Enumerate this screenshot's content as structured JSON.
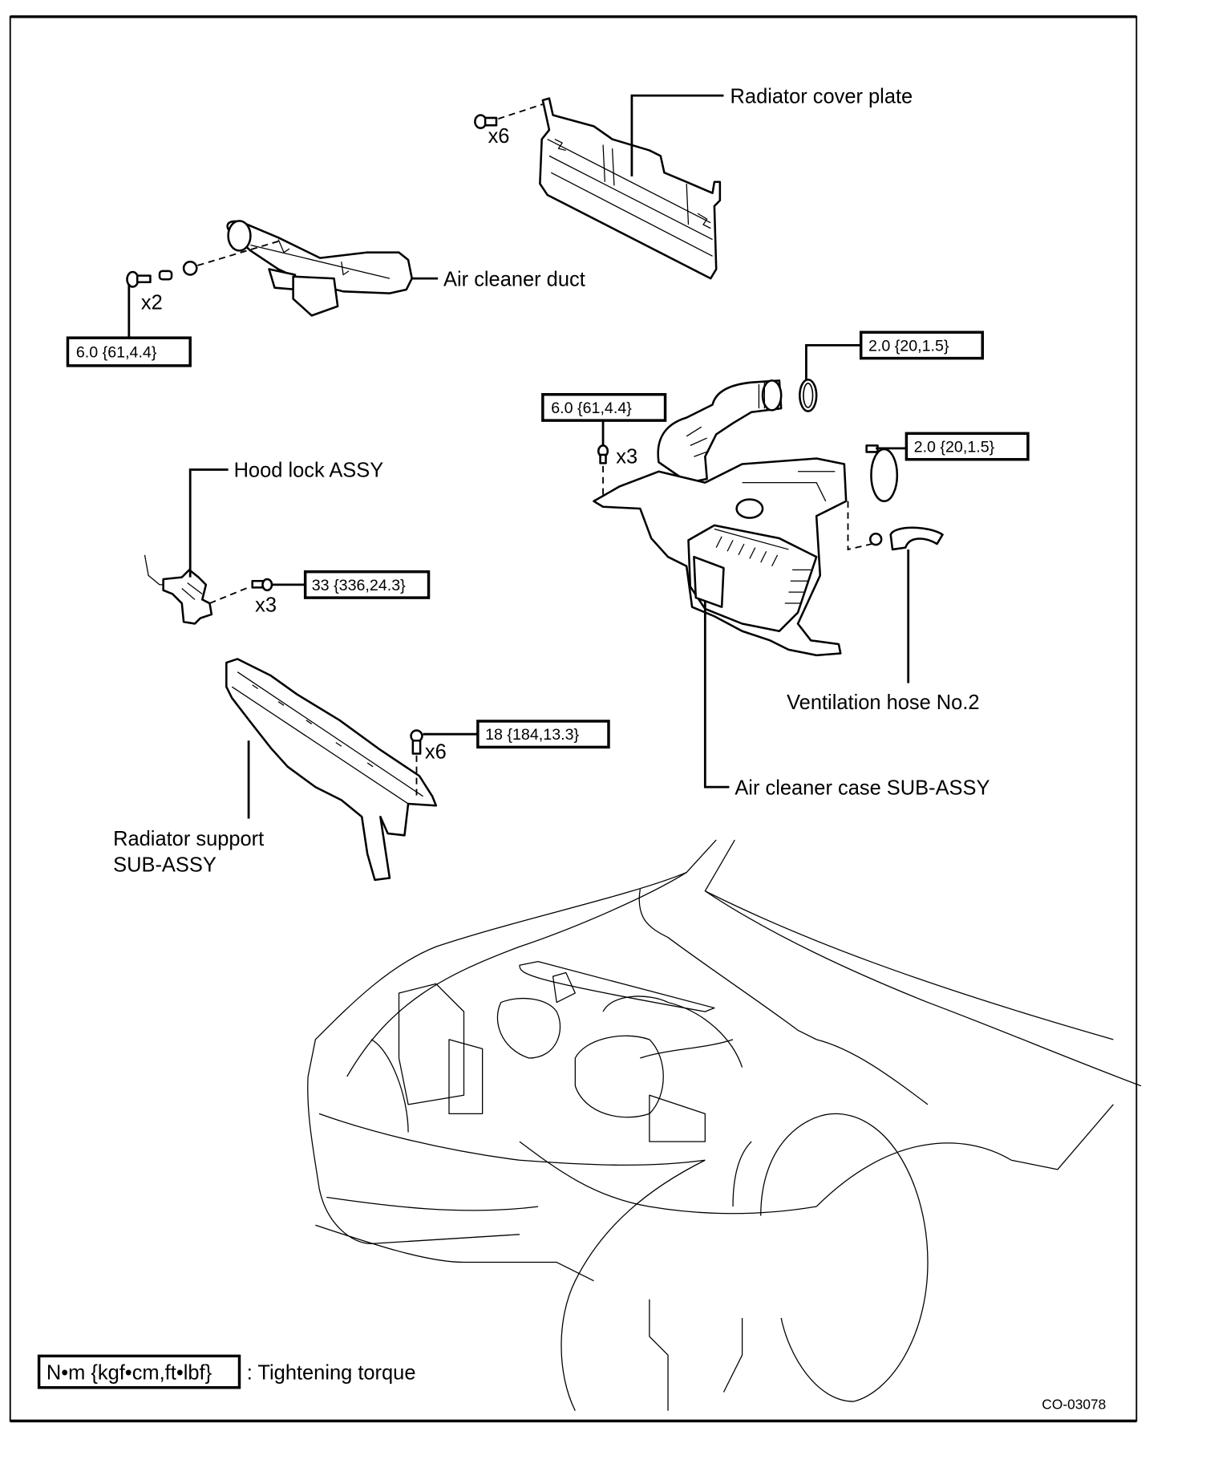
{
  "figure_code": "CO-03078",
  "legend": {
    "unit_box": "N•m {kgf•cm,ft•lbf}",
    "description": ": Tightening torque"
  },
  "parts": {
    "radiator_cover_plate": {
      "label": "Radiator cover plate",
      "fastener_qty": "x6"
    },
    "air_cleaner_duct": {
      "label": "Air cleaner duct",
      "fastener_qty": "x2",
      "torque": "6.0 {61,4.4}"
    },
    "hood_lock": {
      "label": "Hood lock ASSY",
      "fastener_qty": "x3",
      "torque": "33 {336,24.3}"
    },
    "radiator_support": {
      "label_line1": "Radiator support",
      "label_line2": "SUB-ASSY",
      "fastener_qty": "x6",
      "torque": "18 {184,13.3}"
    },
    "air_cleaner_case": {
      "label": "Air cleaner case SUB-ASSY",
      "fastener_qty": "x3",
      "torque": "6.0 {61,4.4}"
    },
    "hose_clamp_upper": {
      "torque": "2.0 {20,1.5}"
    },
    "hose_clamp_lower": {
      "torque": "2.0 {20,1.5}"
    },
    "ventilation_hose": {
      "label": "Ventilation hose No.2"
    }
  }
}
